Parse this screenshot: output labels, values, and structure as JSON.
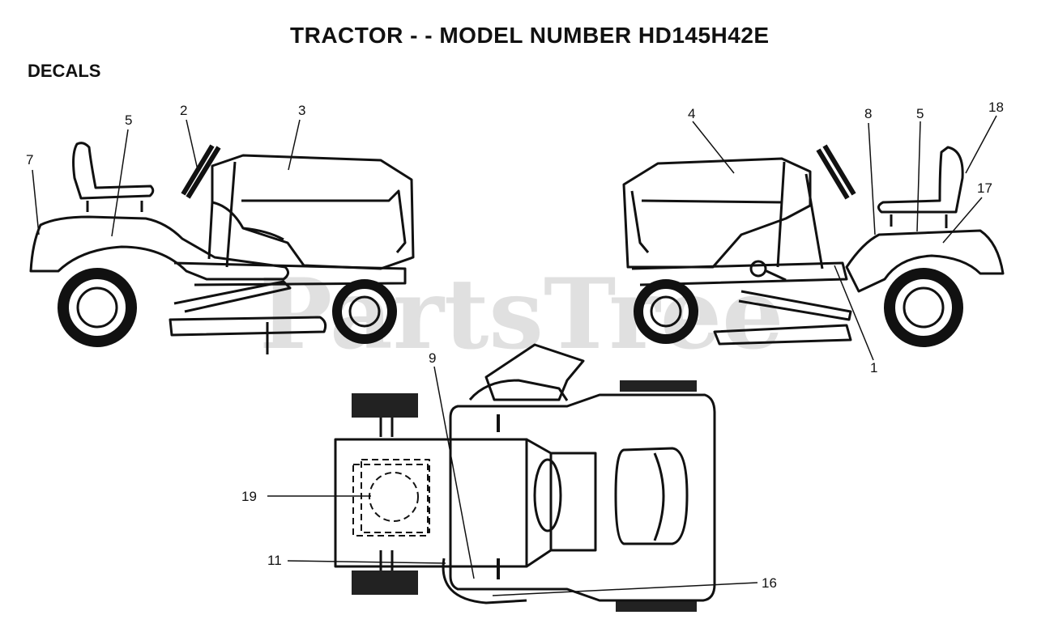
{
  "title": "TRACTOR - - MODEL NUMBER HD145H42E",
  "section": "DECALS",
  "watermark": "PartsTree",
  "callouts": {
    "c7": "7",
    "c5a": "5",
    "c2": "2",
    "c3": "3",
    "c4": "4",
    "c8": "8",
    "c5b": "5",
    "c18": "18",
    "c17": "17",
    "c1": "1",
    "c9": "9",
    "c19": "19",
    "c11": "11",
    "c16": "16"
  }
}
